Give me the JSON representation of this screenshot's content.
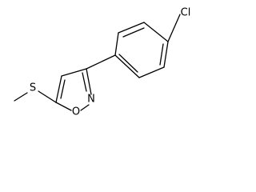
{
  "structure": {
    "atoms": {
      "chlorine": "Cl",
      "nitrogen": "N",
      "oxygen": "O",
      "sulfur": "S"
    },
    "colors": {
      "bond": "#000000",
      "label": "#000000",
      "background": "#ffffff"
    }
  }
}
